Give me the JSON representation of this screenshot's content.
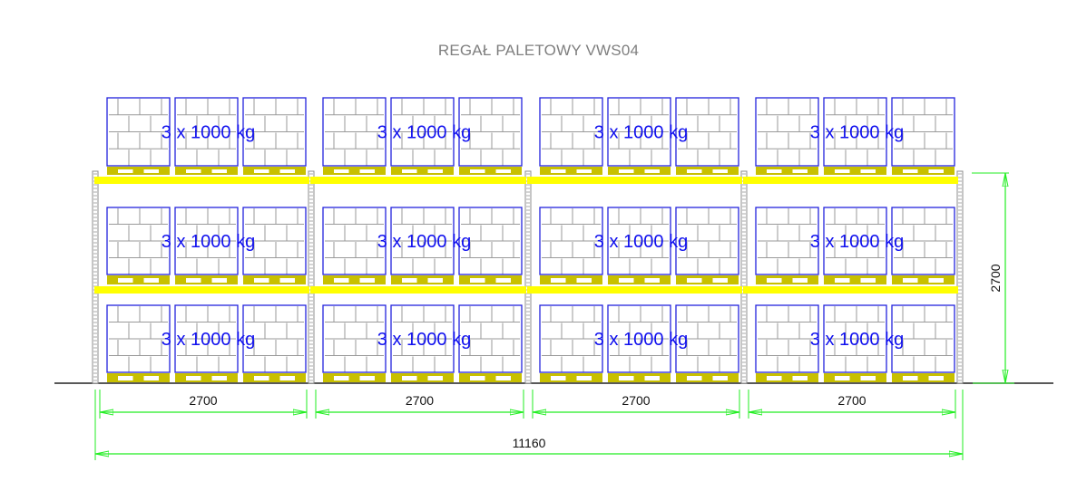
{
  "title": "REGAŁ PALETOWY VWS04",
  "rack": {
    "bays": 4,
    "levels": 3,
    "pallets_per_bay": 3,
    "load_label": "3 x 1000 kg",
    "bay_width_label": "2700",
    "total_width_label": "11160",
    "height_label": "2700"
  },
  "colors": {
    "pallet_outline": "#2222dd",
    "load_text": "#1010ee",
    "brick_lines": "#9a9a9a",
    "beam": "#ffff00",
    "pallet_base": "#c8c000",
    "upright": "#8c8c8c",
    "dimension": "#22ee22",
    "ground": "#222222",
    "title": "#7f7f7f"
  }
}
